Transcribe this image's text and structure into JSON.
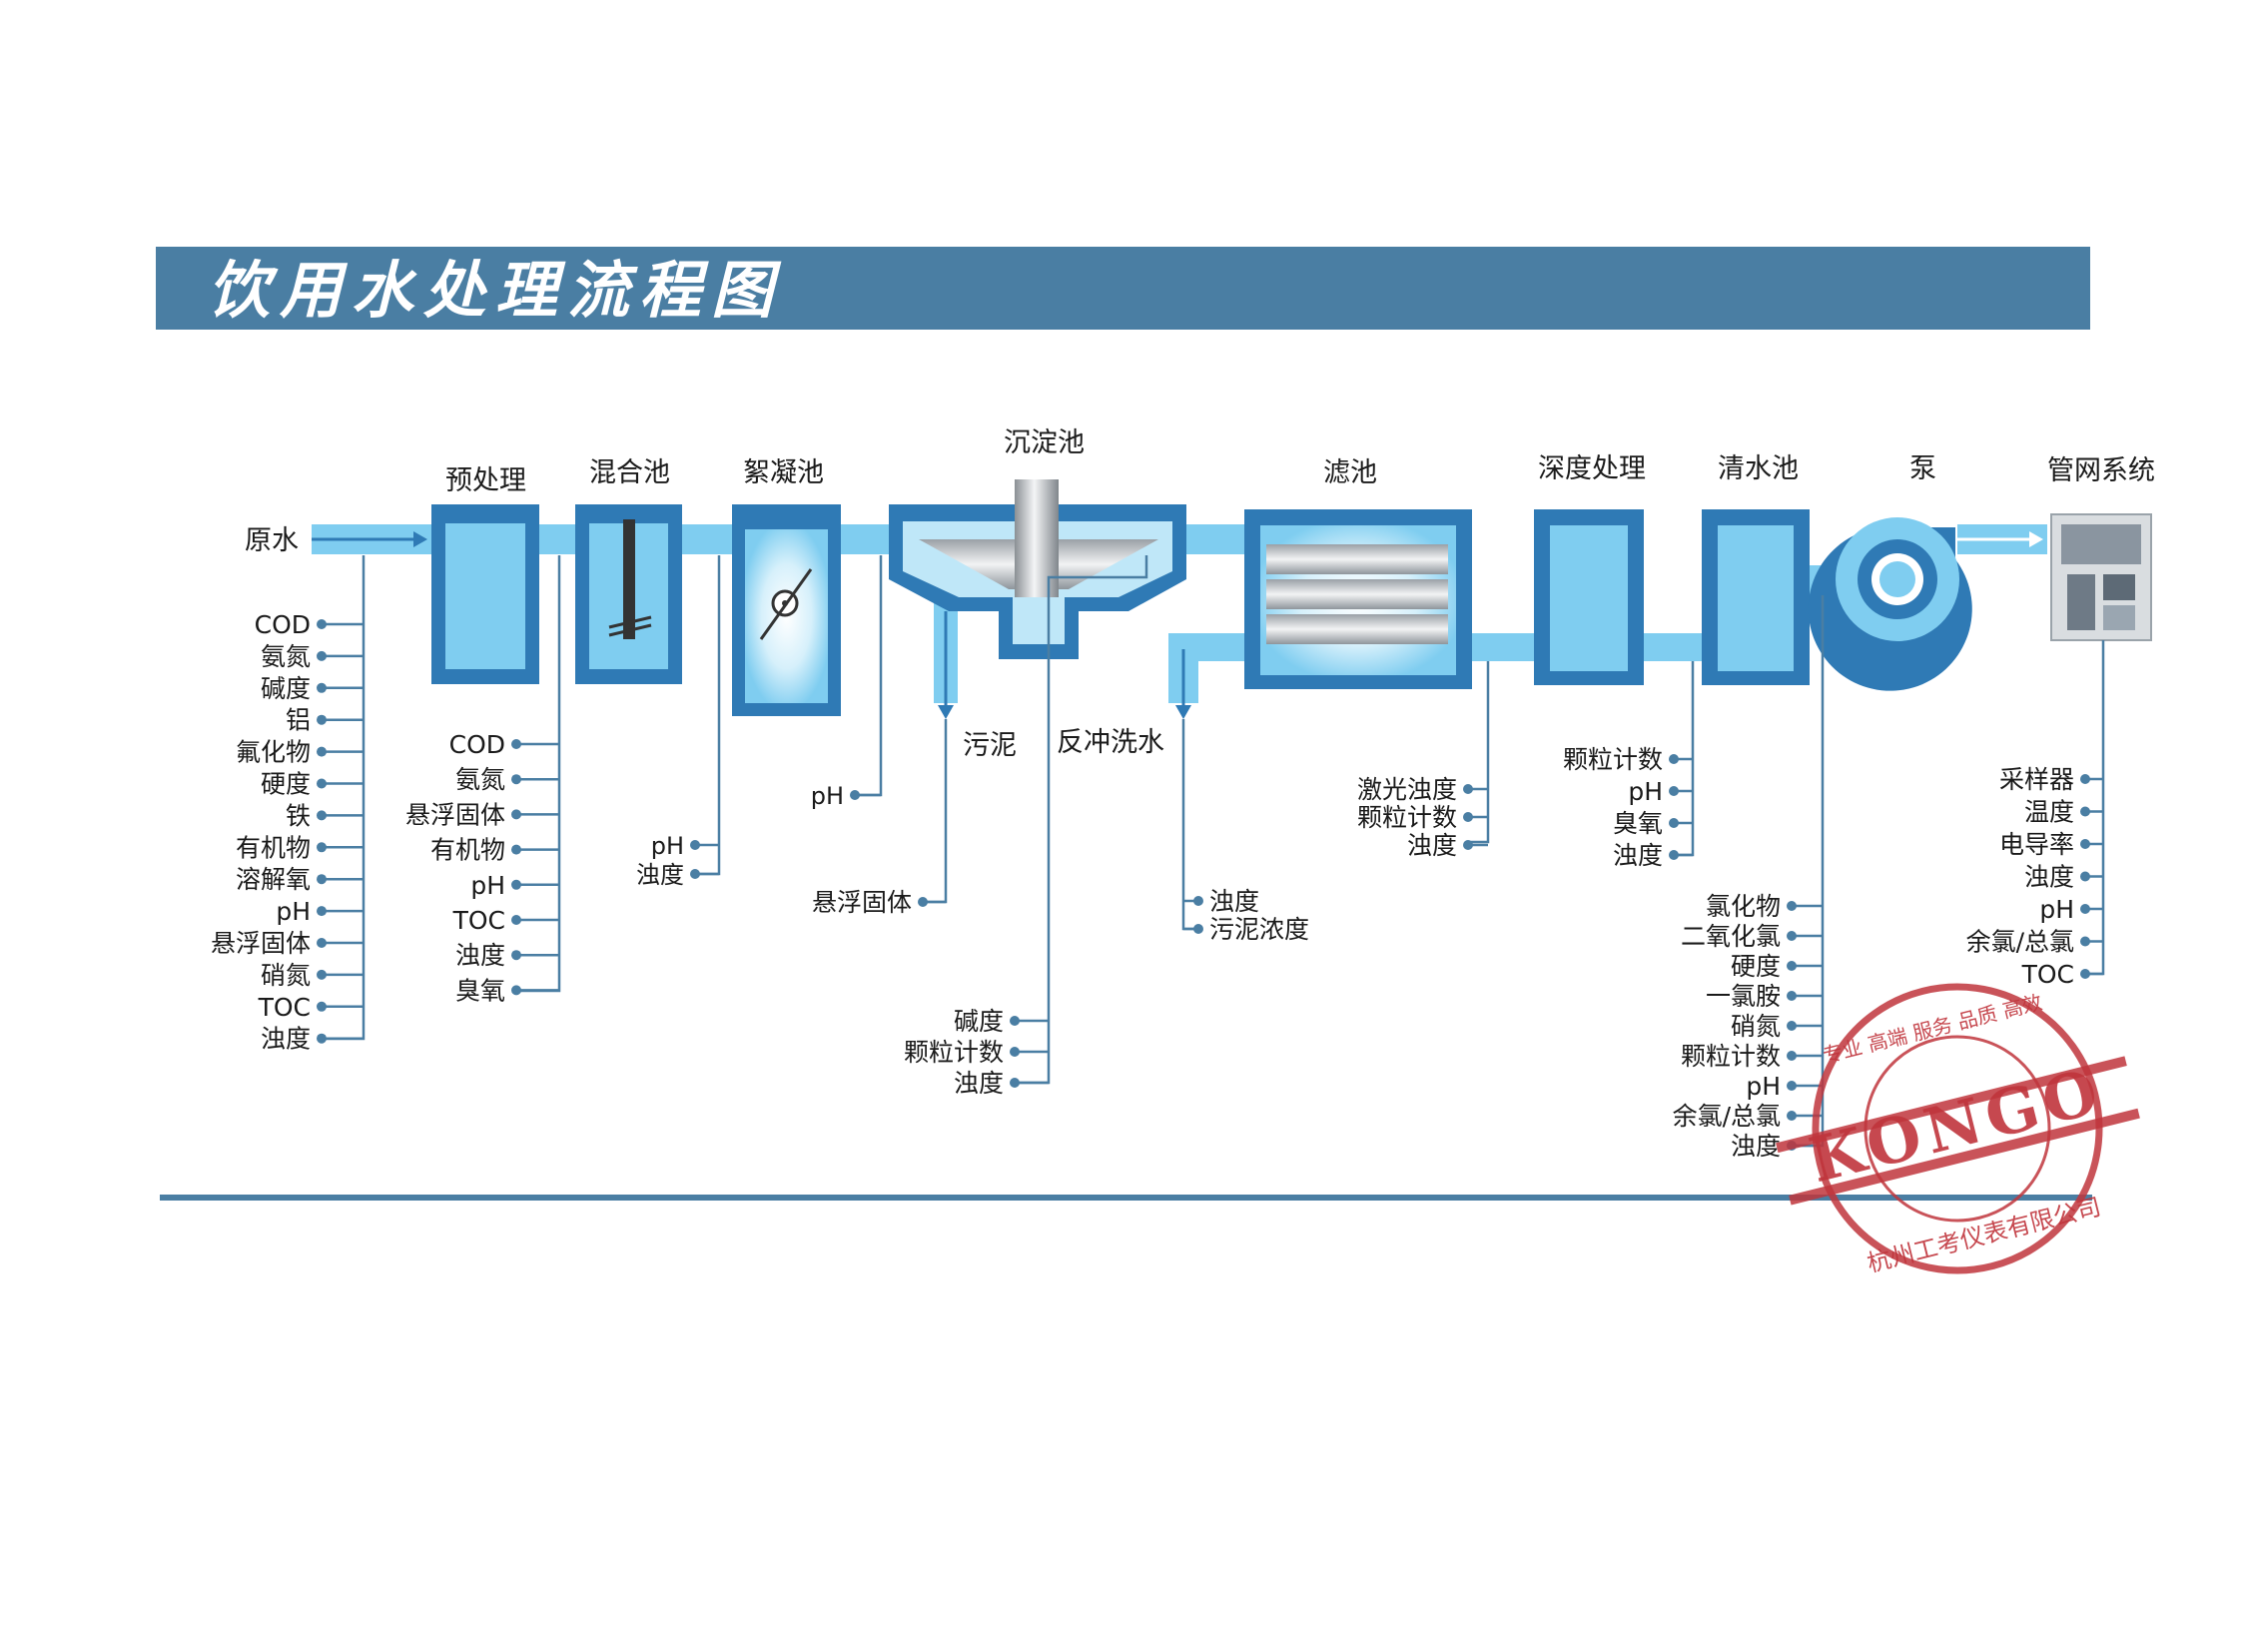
{
  "title": "饮用水处理流程图",
  "colors": {
    "banner": "#4a7ea3",
    "pipe": "#7fcdf0",
    "tank_border": "#2f7ab5",
    "tank_fill": "#7fcdf0",
    "line": "#4a7ea3",
    "dot": "#4a7ea3",
    "stamp": "#c0353c"
  },
  "stages": {
    "raw_water": "原水",
    "pretreatment": "预处理",
    "mixing": "混合池",
    "flocculation": "絮凝池",
    "sedimentation": "沉淀池",
    "filter": "滤池",
    "advanced": "深度处理",
    "clear_well": "清水池",
    "pump": "泵",
    "network": "管网系统",
    "sludge": "污泥",
    "backwash": "反冲洗水"
  },
  "params": {
    "raw": [
      "COD",
      "氨氮",
      "碱度",
      "铝",
      "氟化物",
      "硬度",
      "铁",
      "有机物",
      "溶解氧",
      "pH",
      "悬浮固体",
      "硝氮",
      "TOC",
      "浊度"
    ],
    "pre": [
      "COD",
      "氨氮",
      "悬浮固体",
      "有机物",
      "pH",
      "TOC",
      "浊度",
      "臭氧"
    ],
    "floc": [
      "pH",
      "浊度"
    ],
    "sed_ph": [
      "pH"
    ],
    "sludge": [
      "悬浮固体"
    ],
    "sed_out": [
      "碱度",
      "颗粒计数",
      "浊度"
    ],
    "backwash": [
      "浊度",
      "污泥浓度"
    ],
    "filter": [
      "激光浊度",
      "颗粒计数",
      "浊度"
    ],
    "advanced": [
      "颗粒计数",
      "pH",
      "臭氧",
      "浊度"
    ],
    "clear_well": [
      "氯化物",
      "二氧化氯",
      "硬度",
      "一氯胺",
      "硝氮",
      "颗粒计数",
      "pH",
      "余氯/总氯",
      "浊度"
    ],
    "network": [
      "采样器",
      "温度",
      "电导率",
      "浊度",
      "pH",
      "余氯/总氯",
      "TOC"
    ]
  },
  "stamp": {
    "brand": "KONGO",
    "top_text": "专业 高端 服务 品质 高效",
    "bottom_text": "杭州工考仪表有限公司"
  }
}
